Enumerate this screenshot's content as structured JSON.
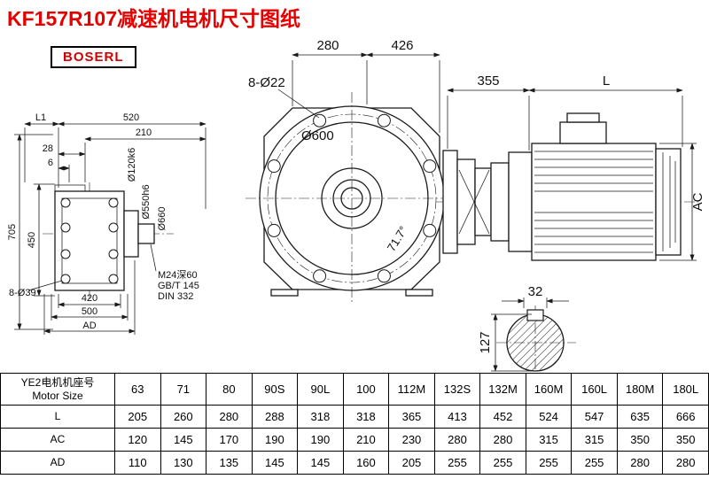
{
  "page": {
    "title": "KF157R107减速机电机尺寸图纸",
    "brand": "BOSERL"
  },
  "side_view": {
    "l1": "L1",
    "top_520": "520",
    "top_210": "210",
    "top_28": "28",
    "top_6": "6",
    "left_705": "705",
    "left_450": "450",
    "bottom_holes": "8-Ø39",
    "bottom_420": "420",
    "bottom_500": "500",
    "bottom_ad": "AD",
    "shaft_dia": "Ø120k6",
    "spigot_dia": "Ø550h6",
    "flange_dia": "Ø660",
    "tap_hole": "M24深60",
    "std_gb": "GB/T 145",
    "std_din": "DIN 332"
  },
  "front_view": {
    "bolt_holes": "8-Ø22",
    "dim_280": "280",
    "dim_426": "426",
    "dia_600": "Ø600",
    "angle": "71.7°"
  },
  "motor_view": {
    "dim_355": "355",
    "dim_l": "L",
    "dim_ac": "AC"
  },
  "shaft_section": {
    "dim_32": "32",
    "dim_127": "127"
  },
  "table": {
    "header_cn": "YE2电机机座号",
    "header_en": "Motor Size",
    "motor_sizes": [
      "63",
      "71",
      "80",
      "90S",
      "90L",
      "100",
      "112M",
      "132S",
      "132M",
      "160M",
      "160L",
      "180M",
      "180L"
    ],
    "rows": [
      {
        "label": "L",
        "values": [
          "205",
          "260",
          "280",
          "288",
          "318",
          "318",
          "365",
          "413",
          "452",
          "524",
          "547",
          "635",
          "666"
        ]
      },
      {
        "label": "AC",
        "values": [
          "120",
          "145",
          "170",
          "190",
          "190",
          "210",
          "230",
          "280",
          "280",
          "315",
          "315",
          "350",
          "350"
        ]
      },
      {
        "label": "AD",
        "values": [
          "110",
          "130",
          "135",
          "145",
          "145",
          "160",
          "205",
          "255",
          "255",
          "255",
          "255",
          "280",
          "280"
        ]
      }
    ]
  }
}
